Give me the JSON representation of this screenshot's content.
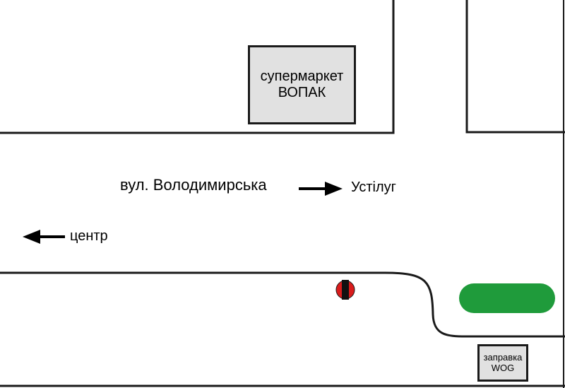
{
  "streets": {
    "main_street": "вул. Володимирська",
    "direction_east": "Устілуг",
    "direction_west": "центр"
  },
  "landmarks": {
    "supermarket": {
      "line1": "супермаркет",
      "line2": "ВОПАК"
    },
    "gas_station": {
      "line1": "заправка",
      "line2": "WOG"
    }
  },
  "colors": {
    "background": "#ffffff",
    "lines": "#1a1a1a",
    "building_fill": "#e1e1e1",
    "green_area": "#1f9b3b",
    "marker_red": "#d91c1c",
    "marker_black": "#111111"
  }
}
